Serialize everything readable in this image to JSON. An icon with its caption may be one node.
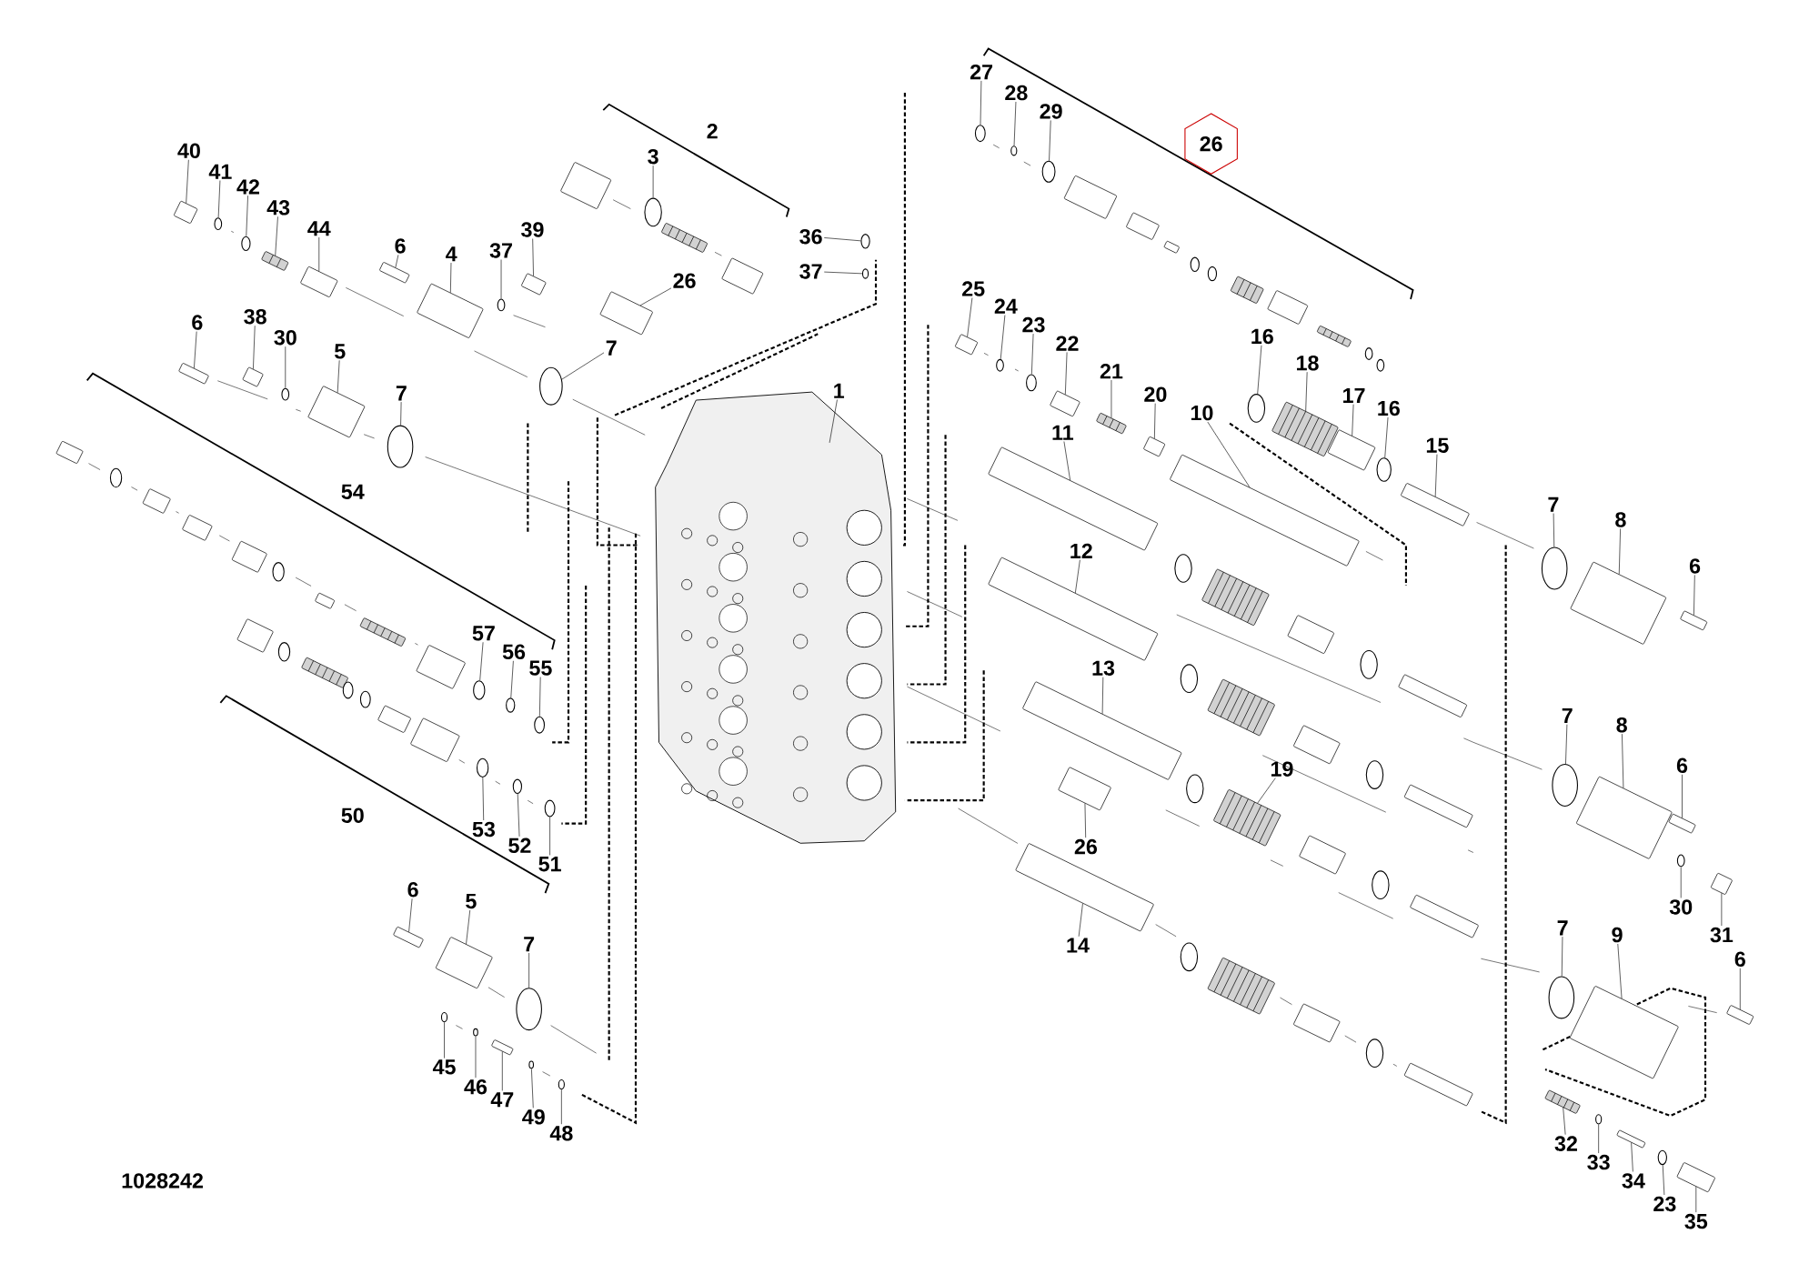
{
  "diagram": {
    "nodes": [
      {
        "text": [
          "40"
        ]
      },
      {
        "text": [
          "41"
        ]
      },
      {
        "text": [
          "42"
        ]
      },
      {
        "text": [
          "43"
        ]
      },
      {
        "text": [
          "44"
        ]
      },
      {
        "text": [
          "6"
        ]
      },
      {
        "text": [
          "4"
        ]
      },
      {
        "text": [
          "37"
        ]
      },
      {
        "text": [
          "39"
        ]
      },
      {
        "text": [
          "3"
        ]
      },
      {
        "text": [
          "36"
        ]
      },
      {
        "text": [
          "37"
        ]
      },
      {
        "text": [
          "26"
        ]
      },
      {
        "text": [
          "7"
        ]
      },
      {
        "text": [
          "6"
        ]
      },
      {
        "text": [
          "38"
        ]
      },
      {
        "text": [
          "30"
        ]
      },
      {
        "text": [
          "5"
        ]
      },
      {
        "text": [
          "7"
        ]
      },
      {
        "text": [
          "1"
        ]
      },
      {
        "text": [
          "57"
        ]
      },
      {
        "text": [
          "56"
        ]
      },
      {
        "text": [
          "55"
        ]
      },
      {
        "text": [
          "53"
        ]
      },
      {
        "text": [
          "52"
        ]
      },
      {
        "text": [
          "51"
        ]
      },
      {
        "text": [
          "6"
        ]
      },
      {
        "text": [
          "5"
        ]
      },
      {
        "text": [
          "7"
        ]
      },
      {
        "text": [
          "45"
        ]
      },
      {
        "text": [
          "46"
        ]
      },
      {
        "text": [
          "47"
        ]
      },
      {
        "text": [
          "49"
        ]
      },
      {
        "text": [
          "48"
        ]
      },
      {
        "text": [
          "27"
        ]
      },
      {
        "text": [
          "28"
        ]
      },
      {
        "text": [
          "29"
        ]
      },
      {
        "text": [
          "25"
        ]
      },
      {
        "text": [
          "24"
        ]
      },
      {
        "text": [
          "23"
        ]
      },
      {
        "text": [
          "22"
        ]
      },
      {
        "text": [
          "21"
        ]
      },
      {
        "text": [
          "20"
        ]
      },
      {
        "text": [
          "10"
        ]
      },
      {
        "text": [
          "11"
        ]
      },
      {
        "text": [
          "16"
        ]
      },
      {
        "text": [
          "18"
        ]
      },
      {
        "text": [
          "17"
        ]
      },
      {
        "text": [
          "16"
        ]
      },
      {
        "text": [
          "15"
        ]
      },
      {
        "text": [
          "12"
        ]
      },
      {
        "text": [
          "13"
        ]
      },
      {
        "text": [
          "26"
        ]
      },
      {
        "text": [
          "19"
        ]
      },
      {
        "text": [
          "14"
        ]
      },
      {
        "text": [
          "7"
        ]
      },
      {
        "text": [
          "8"
        ]
      },
      {
        "text": [
          "6"
        ]
      },
      {
        "text": [
          "7"
        ]
      },
      {
        "text": [
          "8"
        ]
      },
      {
        "text": [
          "6"
        ]
      },
      {
        "text": [
          "30"
        ]
      },
      {
        "text": [
          "31"
        ]
      },
      {
        "text": [
          "7"
        ]
      },
      {
        "text": [
          "9"
        ]
      },
      {
        "text": [
          "6"
        ]
      },
      {
        "text": [
          "32"
        ]
      },
      {
        "text": [
          "33"
        ]
      },
      {
        "text": [
          "34"
        ]
      },
      {
        "text": [
          "23"
        ]
      },
      {
        "text": [
          "35"
        ]
      },
      {
        "text": [],
        "shape": "box"
      },
      {
        "text": [],
        "shape": "circle"
      },
      {
        "text": [],
        "shape": "circle"
      },
      {
        "text": [],
        "shape": "box"
      },
      {
        "text": [],
        "shape": "box"
      },
      {
        "text": [],
        "shape": "box"
      },
      {
        "text": [],
        "shape": "box"
      },
      {
        "text": [],
        "shape": "circle"
      },
      {
        "text": [],
        "shape": "box"
      },
      {
        "text": [],
        "shape": "circle"
      },
      {
        "text": [],
        "shape": "circle"
      },
      {
        "text": [],
        "shape": "circle"
      },
      {
        "text": [],
        "shape": "box"
      },
      {
        "text": [],
        "shape": "circle"
      },
      {
        "text": [],
        "shape": "box"
      },
      {
        "text": [],
        "shape": "box"
      },
      {
        "text": [],
        "shape": "circle"
      },
      {
        "text": [],
        "shape": "box"
      },
      {
        "text": [],
        "shape": "circle"
      },
      {
        "text": [],
        "shape": "picture"
      },
      {
        "text": [],
        "shape": "circle"
      },
      {
        "text": [],
        "shape": "circle"
      },
      {
        "text": [],
        "shape": "circle"
      },
      {
        "text": [],
        "shape": "circle"
      },
      {
        "text": [],
        "shape": "circle"
      },
      {
        "text": [],
        "shape": "circle"
      },
      {
        "text": [],
        "shape": "box"
      },
      {
        "text": [],
        "shape": "box"
      },
      {
        "text": [],
        "shape": "circle"
      },
      {
        "text": [],
        "shape": "circle"
      },
      {
        "text": [],
        "shape": "circle"
      },
      {
        "text": [],
        "shape": "box"
      },
      {
        "text": [],
        "shape": "circle"
      },
      {
        "text": [],
        "shape": "circle"
      },
      {
        "text": [],
        "shape": "circle"
      },
      {
        "text": [],
        "shape": "circle"
      },
      {
        "text": [],
        "shape": "circle"
      },
      {
        "text": [],
        "shape": "box"
      },
      {
        "text": [],
        "shape": "circle"
      },
      {
        "text": [],
        "shape": "circle"
      },
      {
        "text": [],
        "shape": "box"
      },
      {
        "text": [],
        "shape": "box"
      },
      {
        "text": [],
        "shape": "box"
      },
      {
        "text": [],
        "shape": "box"
      },
      {
        "text": [],
        "shape": "box"
      },
      {
        "text": [],
        "shape": "circle"
      },
      {
        "text": [],
        "shape": "box"
      },
      {
        "text": [],
        "shape": "box"
      },
      {
        "text": [],
        "shape": "circle"
      },
      {
        "text": [],
        "shape": "box"
      },
      {
        "text": [],
        "shape": "box"
      },
      {
        "text": [],
        "shape": "box"
      },
      {
        "text": [],
        "shape": "box"
      },
      {
        "text": [],
        "shape": "box"
      },
      {
        "text": [],
        "shape": "box"
      },
      {
        "text": [],
        "shape": "circle"
      },
      {
        "text": [],
        "shape": "box"
      },
      {
        "text": [],
        "shape": "box"
      },
      {
        "text": [],
        "shape": "circle"
      },
      {
        "text": [],
        "shape": "box"
      },
      {
        "text": [],
        "shape": "box"
      },
      {
        "text": [],
        "shape": "circle"
      },
      {
        "text": [],
        "shape": "box"
      },
      {
        "text": [],
        "shape": "circle"
      },
      {
        "text": [],
        "shape": "box"
      },
      {
        "text": [],
        "shape": "box"
      },
      {
        "text": [],
        "shape": "box"
      },
      {
        "text": [],
        "shape": "circle"
      },
      {
        "text": [],
        "shape": "box"
      },
      {
        "text": [],
        "shape": "circle"
      },
      {
        "text": [],
        "shape": "box"
      }
    ],
    "edges": [
      {
        "from": 0,
        "to": 71,
        "arrow": "none"
      },
      {
        "from": 1,
        "to": 72,
        "arrow": "none"
      },
      {
        "from": 2,
        "to": 73,
        "arrow": "none"
      },
      {
        "from": 3,
        "to": 74,
        "arrow": "none"
      },
      {
        "from": 4,
        "to": 75,
        "arrow": "none"
      },
      {
        "from": 5,
        "to": 76,
        "arrow": "none"
      },
      {
        "from": 6,
        "to": 77,
        "arrow": "none"
      },
      {
        "from": 7,
        "to": 78,
        "arrow": "none"
      },
      {
        "from": 8,
        "to": 79,
        "arrow": "none"
      },
      {
        "from": 9,
        "to": 80,
        "arrow": "none"
      },
      {
        "from": 10,
        "to": 81,
        "arrow": "none"
      },
      {
        "from": 11,
        "to": 82,
        "arrow": "none"
      },
      {
        "from": 12,
        "to": 83,
        "arrow": "none"
      },
      {
        "from": 13,
        "to": 84,
        "arrow": "none"
      },
      {
        "from": 14,
        "to": 85,
        "arrow": "none"
      },
      {
        "from": 15,
        "to": 86,
        "arrow": "none"
      },
      {
        "from": 16,
        "to": 87,
        "arrow": "none"
      },
      {
        "from": 17,
        "to": 88,
        "arrow": "none"
      },
      {
        "from": 18,
        "to": 89,
        "arrow": "none"
      },
      {
        "from": 19,
        "to": 90,
        "arrow": "none"
      },
      {
        "from": 20,
        "to": 91,
        "arrow": "none"
      },
      {
        "from": 21,
        "to": 92,
        "arrow": "none"
      },
      {
        "from": 22,
        "to": 93,
        "arrow": "none"
      },
      {
        "from": 23,
        "to": 94,
        "arrow": "none"
      },
      {
        "from": 24,
        "to": 95,
        "arrow": "none"
      },
      {
        "from": 25,
        "to": 96,
        "arrow": "none"
      },
      {
        "from": 26,
        "to": 97,
        "arrow": "none"
      },
      {
        "from": 27,
        "to": 98,
        "arrow": "none"
      },
      {
        "from": 28,
        "to": 99,
        "arrow": "none"
      },
      {
        "from": 29,
        "to": 100,
        "arrow": "none"
      },
      {
        "from": 30,
        "to": 101,
        "arrow": "none"
      },
      {
        "from": 31,
        "to": 102,
        "arrow": "none"
      },
      {
        "from": 32,
        "to": 103,
        "arrow": "none"
      },
      {
        "from": 33,
        "to": 104,
        "arrow": "none"
      },
      {
        "from": 34,
        "to": 105,
        "arrow": "none"
      },
      {
        "from": 35,
        "to": 106,
        "arrow": "none"
      },
      {
        "from": 36,
        "to": 107,
        "arrow": "none"
      },
      {
        "from": 37,
        "to": 108,
        "arrow": "none"
      },
      {
        "from": 38,
        "to": 109,
        "arrow": "none"
      },
      {
        "from": 39,
        "to": 110,
        "arrow": "none"
      },
      {
        "from": 40,
        "to": 111,
        "arrow": "none"
      },
      {
        "from": 41,
        "to": 112,
        "arrow": "none"
      },
      {
        "from": 42,
        "to": 113,
        "arrow": "none"
      },
      {
        "from": 43,
        "to": 114,
        "arrow": "none"
      },
      {
        "from": 44,
        "to": 115,
        "arrow": "none"
      },
      {
        "from": 45,
        "to": 116,
        "arrow": "none"
      },
      {
        "from": 46,
        "to": 117,
        "arrow": "none"
      },
      {
        "from": 47,
        "to": 118,
        "arrow": "none"
      },
      {
        "from": 48,
        "to": 119,
        "arrow": "none"
      },
      {
        "from": 49,
        "to": 120,
        "arrow": "none"
      },
      {
        "from": 50,
        "to": 121,
        "arrow": "none"
      },
      {
        "from": 51,
        "to": 122,
        "arrow": "none"
      },
      {
        "from": 52,
        "to": 123,
        "arrow": "none"
      },
      {
        "from": 53,
        "to": 124,
        "arrow": "none"
      },
      {
        "from": 54,
        "to": 125,
        "arrow": "none"
      },
      {
        "from": 55,
        "to": 126,
        "arrow": "none"
      },
      {
        "from": 56,
        "to": 127,
        "arrow": "none"
      },
      {
        "from": 57,
        "to": 128,
        "arrow": "none"
      },
      {
        "from": 58,
        "to": 129,
        "arrow": "none"
      },
      {
        "from": 59,
        "to": 130,
        "arrow": "none"
      },
      {
        "from": 60,
        "to": 131,
        "arrow": "none"
      },
      {
        "from": 61,
        "to": 132,
        "arrow": "none"
      },
      {
        "from": 62,
        "to": 133,
        "arrow": "none"
      },
      {
        "from": 63,
        "to": 134,
        "arrow": "none"
      },
      {
        "from": 64,
        "to": 135,
        "arrow": "none"
      },
      {
        "from": 65,
        "to": 136,
        "arrow": "none"
      },
      {
        "from": 66,
        "to": 137,
        "arrow": "none"
      },
      {
        "from": 67,
        "to": 138,
        "arrow": "none"
      },
      {
        "from": 68,
        "to": 139,
        "arrow": "none"
      },
      {
        "from": 69,
        "to": 140,
        "arrow": "none"
      },
      {
        "from": 70,
        "to": 141,
        "arrow": "none"
      }
    ],
    "labels": [
      "2",
      "26",
      "54",
      "50",
      "1028242"
    ]
  }
}
